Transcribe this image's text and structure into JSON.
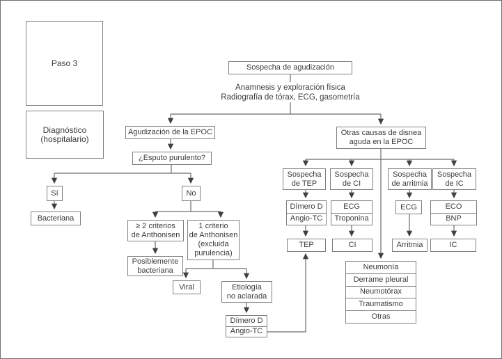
{
  "colors": {
    "background": "#ffffff",
    "border": "#7f7f7f",
    "line": "#6b6b6b",
    "arrow": "#404040",
    "text": "#3b3b3b"
  },
  "legend": {
    "paso": "Paso 3",
    "stage": "Diagnóstico\n(hospitalario)"
  },
  "nodes": {
    "start": "Sospecha de agudización",
    "anamnesis": "Anamnesis y exploración física\nRadiografía de tórax, ECG, gasometría",
    "agudizacion_epoc": "Agudización de la EPOC",
    "esputo": "¿Esputo purulento?",
    "si": "Sí",
    "no": "No",
    "bacteriana": "Bacteriana",
    "criterios2": "≥ 2 criterios\nde Anthonisen",
    "criterio1": "1 criterio\nde Anthonisen\n(excluida\npurulencia)",
    "posiblemente": "Posiblemente\nbacteriana",
    "viral": "Viral",
    "etiologia": "Etiología\nno aclarada",
    "dimero_inf_1": "Dímero D",
    "dimero_inf_2": "Angio-TC",
    "otras_causas": "Otras causas de disnea\naguda en la EPOC",
    "sospecha_tep": "Sospecha\nde TEP",
    "sospecha_ci": "Sospecha\nde CI",
    "sospecha_arritmia": "Sospecha\nde arritmia",
    "sospecha_ic": "Sospecha\nde IC",
    "tep_test_1": "Dímero D",
    "tep_test_2": "Angio-TC",
    "ci_test_1": "ECG",
    "ci_test_2": "Troponina",
    "arritmia_test": "ECG",
    "ic_test_1": "ECO",
    "ic_test_2": "BNP",
    "tep": "TEP",
    "ci": "CI",
    "arritmia": "Arritmia",
    "ic": "IC",
    "otros_dx": [
      "Neumonía",
      "Derrame pleural",
      "Neumotórax",
      "Traumatismo",
      "Otras"
    ]
  }
}
